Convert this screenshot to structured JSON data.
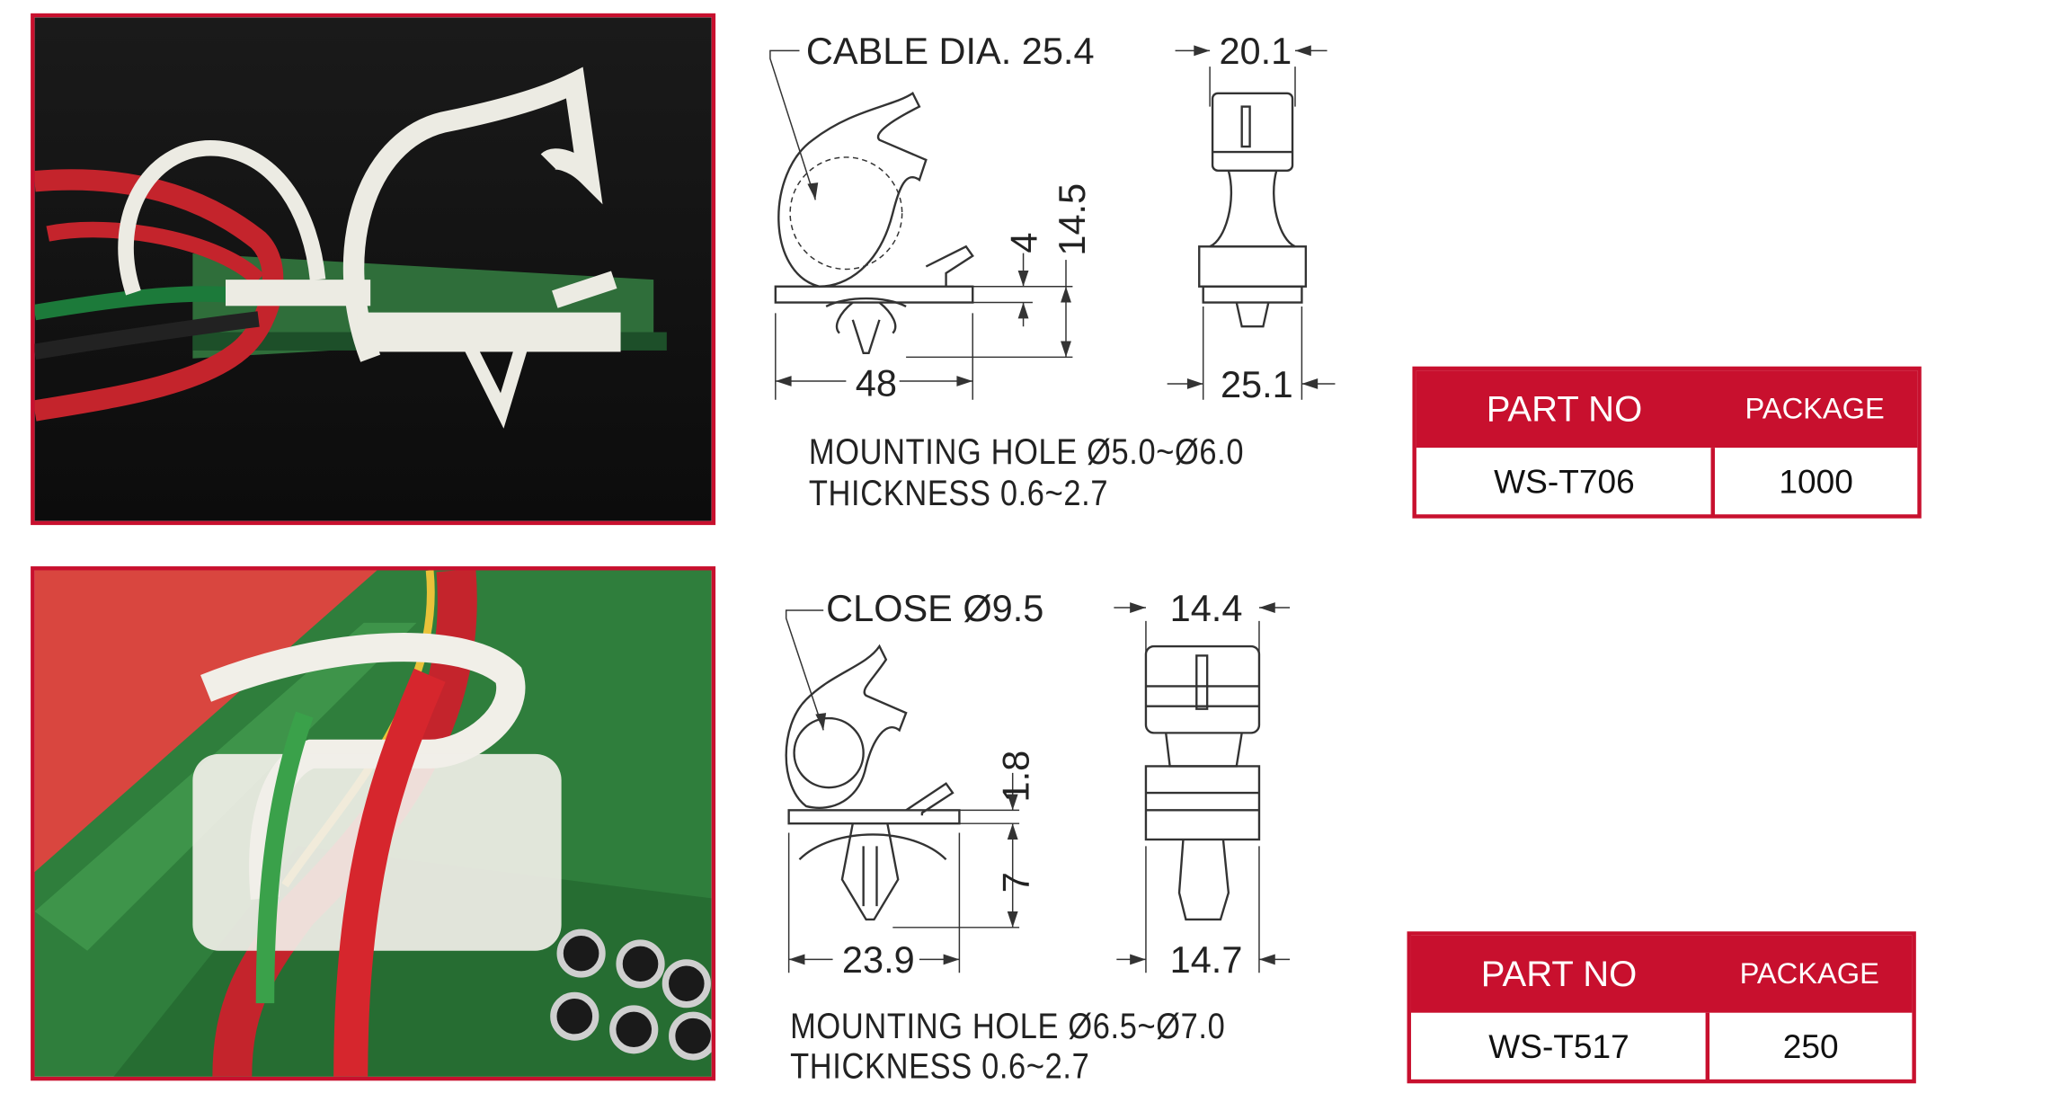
{
  "products": [
    {
      "drawing": {
        "cable_label": "CABLE DIA. 25.4",
        "width_top": "20.1",
        "height_total": "14.5",
        "height_base": "4",
        "length": "48",
        "width_bottom": "25.1"
      },
      "notes": {
        "mounting_hole": "MOUNTING HOLE Ø5.0~Ø6.0",
        "thickness": "THICKNESS 0.6~2.7"
      },
      "table": {
        "part_header": "PART NO",
        "package_header": "PACKAGE",
        "part_no": "WS-T706",
        "package": "1000"
      }
    },
    {
      "drawing": {
        "cable_label": "CLOSE Ø9.5",
        "width_top": "14.4",
        "height_base": "1.8",
        "height_leg": "7",
        "length": "23.9",
        "width_bottom": "14.7"
      },
      "notes": {
        "mounting_hole": "MOUNTING HOLE Ø6.5~Ø7.0",
        "thickness": "THICKNESS 0.6~2.7"
      },
      "table": {
        "part_header": "PART NO",
        "package_header": "PACKAGE",
        "part_no": "WS-T517",
        "package": "250"
      }
    }
  ]
}
